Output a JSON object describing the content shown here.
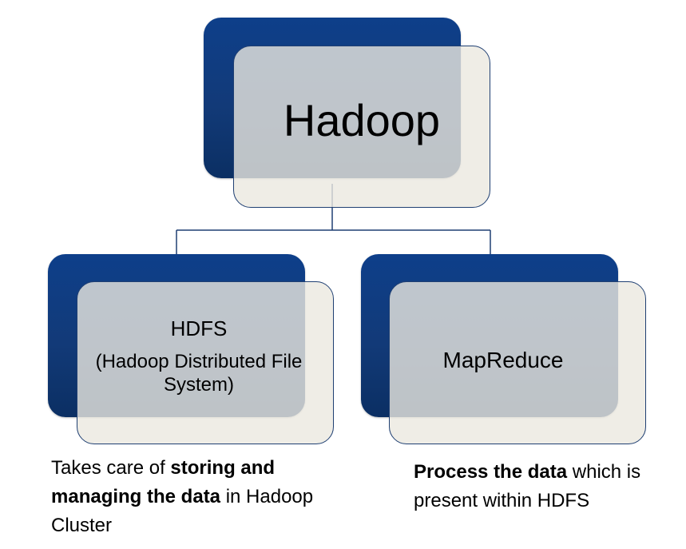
{
  "diagram": {
    "root": {
      "label": "Hadoop"
    },
    "children": [
      {
        "id": "hdfs",
        "title": "HDFS",
        "subtitle": "(Hadoop Distributed File System)",
        "description": {
          "part1": "Takes care of ",
          "bold": "storing and managing the data",
          "part2": " in Hadoop Cluster"
        }
      },
      {
        "id": "mapreduce",
        "title": "MapReduce",
        "description": {
          "bold": "Process the data",
          "part2": " which is present within HDFS"
        }
      }
    ],
    "colors": {
      "back_box": "#123a78",
      "front_box": "#ebe9e0",
      "connector": "#1f3f72"
    }
  }
}
